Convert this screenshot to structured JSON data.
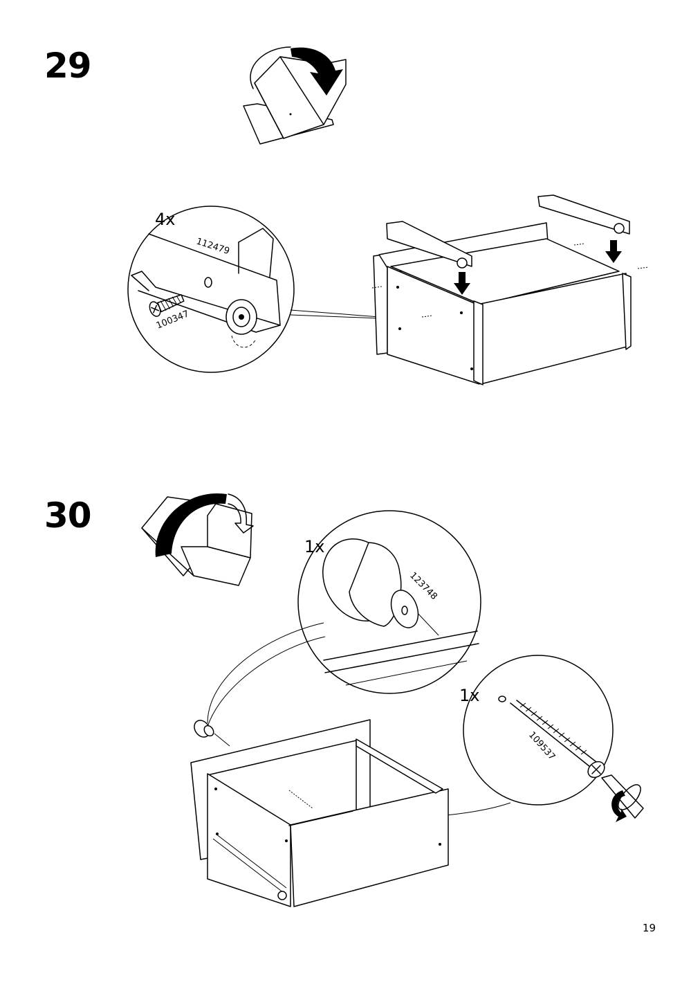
{
  "page_number": "19",
  "steps": [
    {
      "number": "29",
      "callout": {
        "quantity": "4x",
        "part_rail": "112479",
        "part_screw": "100347"
      }
    },
    {
      "number": "30",
      "callout_knob": {
        "quantity": "1x",
        "part": "123748"
      },
      "callout_screw": {
        "quantity": "1x",
        "part": "109537"
      }
    }
  ]
}
